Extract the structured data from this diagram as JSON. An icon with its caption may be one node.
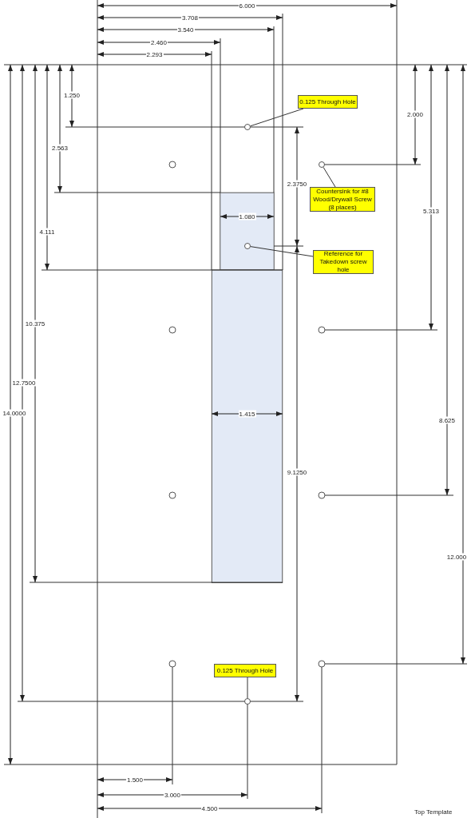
{
  "diagram": {
    "nodes": [
      {
        "text": [
          "0.125 Through Hole"
        ]
      },
      {
        "text": [],
        "shape": "circle"
      },
      {
        "text": [],
        "shape": "circle"
      },
      {
        "text": [
          "Countersink for #8 Wood/Drywall Screw (8 places)"
        ]
      },
      {
        "text": [],
        "shape": "circle"
      },
      {
        "text": [
          "Reference for Takedown screw hole"
        ]
      },
      {
        "text": [
          "0.125 Through Hole"
        ]
      },
      {
        "text": [],
        "shape": "circle"
      }
    ],
    "edges": [
      {
        "from": 0,
        "to": 1,
        "arrow": "none"
      },
      {
        "from": 3,
        "to": 2,
        "arrow": "none"
      },
      {
        "from": 5,
        "to": 4,
        "arrow": "none"
      },
      {
        "from": 6,
        "to": 7,
        "arrow": "none"
      }
    ],
    "labels": [
      "6.000",
      "3.708",
      "3.540",
      "2.460",
      "2.293",
      "1.250",
      "2.000",
      "2.563",
      "2.3750",
      "1.080",
      "5.313",
      "4.111",
      "10.375",
      "12.7500",
      "14.0000",
      "1.415",
      "8.625",
      "9.1250",
      "12.000",
      "1.500",
      "3.000",
      "4.500",
      "Top Template"
    ]
  }
}
